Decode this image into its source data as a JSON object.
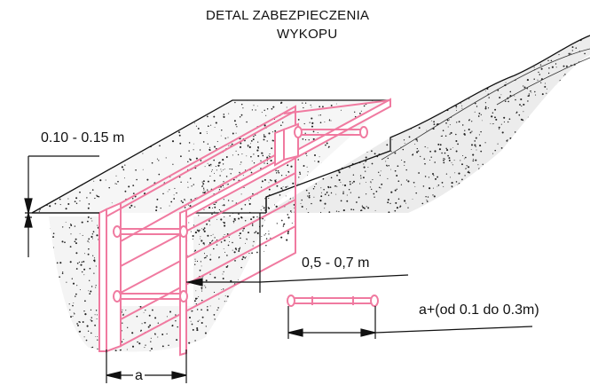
{
  "title": {
    "line1": "DETAL ZABEZPIECZENIA",
    "line2": "WYKOPU"
  },
  "dimensions": {
    "board_projection": "0.10 - 0.15 m",
    "spoil_offset": "0,5 - 0,7 m",
    "strut_length": "a+(od 0.1 do 0.3m)",
    "trench_width": "a"
  },
  "colors": {
    "shoring": "#f07aa0",
    "lines": "#111111",
    "speckle": "#222222"
  }
}
